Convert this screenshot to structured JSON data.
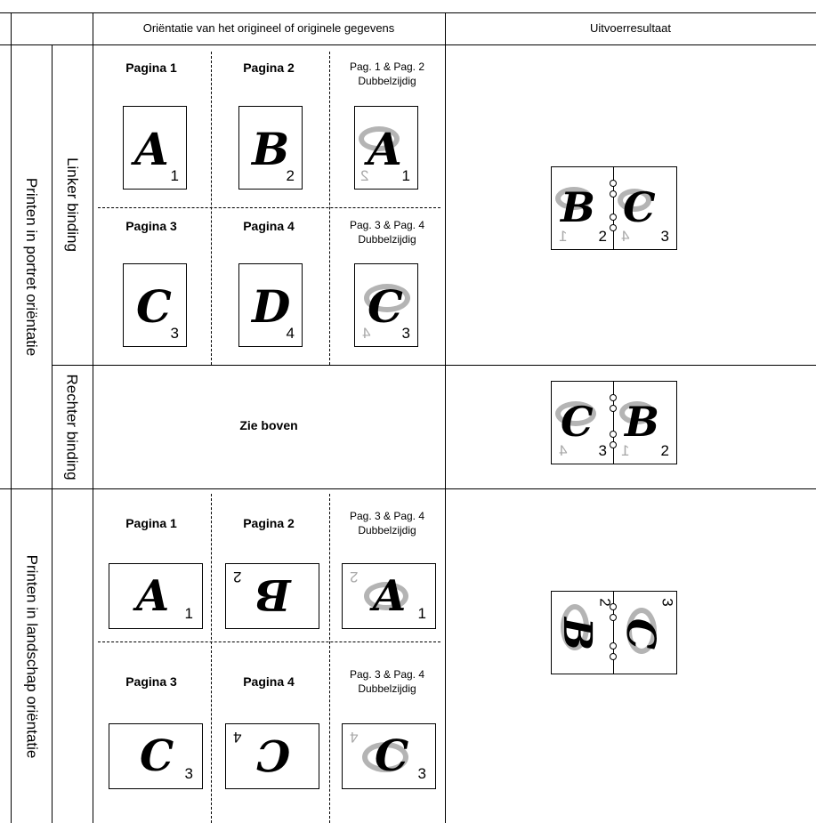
{
  "header": {
    "orientation_col": "Oriëntatie van het origineel of originele gegevens",
    "result_col": "Uitvoerresultaat"
  },
  "rows": {
    "portrait": "Printen in portret oriëntatie",
    "landscape": "Printen in landschap oriëntatie",
    "left_binding": "Linker binding",
    "right_binding": "Rechter binding"
  },
  "portrait": {
    "page1": "Pagina 1",
    "page2": "Pagina 2",
    "page3": "Pagina 3",
    "page4": "Pagina 4",
    "duplex12_line1": "Pag. 1 & Pag. 2",
    "duplex12_line2": "Dubbelzijdig",
    "duplex34_line1": "Pag. 3 & Pag. 4",
    "duplex34_line2": "Dubbelzijdig",
    "see_above": "Zie boven"
  },
  "landscape": {
    "page1": "Pagina 1",
    "page2": "Pagina 2",
    "page3": "Pagina 3",
    "page4": "Pagina 4",
    "duplex_a_line1": "Pag. 3 & Pag. 4",
    "duplex_a_line2": "Dubbelzijdig",
    "duplex_b_line1": "Pag. 3 & Pag. 4",
    "duplex_b_line2": "Dubbelzijdig"
  },
  "letters": {
    "a": "A",
    "b": "B",
    "c": "C",
    "d": "D"
  },
  "numbers": {
    "n1": "1",
    "n2": "2",
    "n3": "3",
    "n4": "4"
  }
}
